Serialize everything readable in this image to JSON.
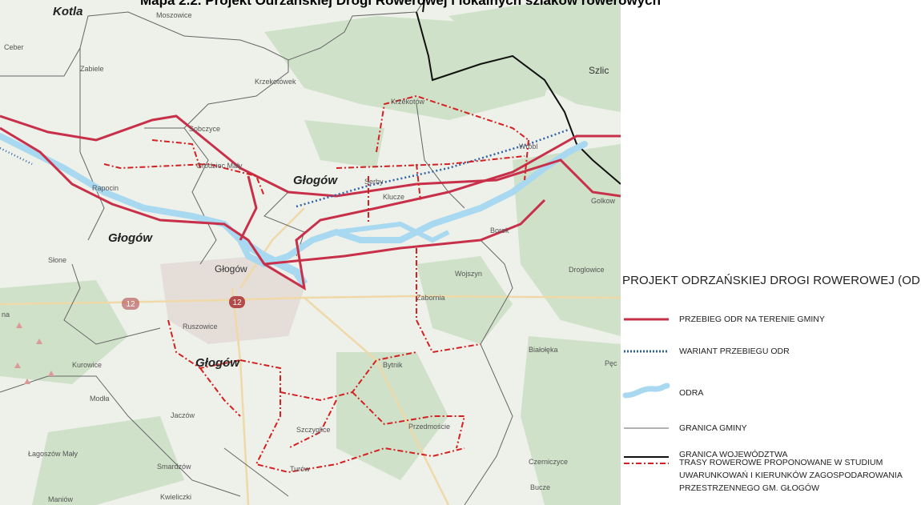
{
  "title": "Mapa 2.2. Projekt Odrzańskiej Drogi Rowerowej i lokalnych szlaków rowerowych",
  "map": {
    "places_large": [
      "Kotla",
      "Głogów",
      "Głogów",
      "Głogów"
    ],
    "places_medium": [
      "Szlic",
      "Głogów"
    ],
    "places": [
      "Moszowice",
      "Ceber",
      "Zabiele",
      "Krzekotówek",
      "Sobczyce",
      "Krzekotów",
      "Wróbl",
      "Grodziec Mały",
      "Rapocin",
      "Serby",
      "Klucze",
      "Golkow",
      "Borek",
      "Słone",
      "Droglowice",
      "Wojszyn",
      "Zabornia",
      "Ruszowice",
      "Białołęka",
      "Pęc",
      "Kurowice",
      "Bytnik",
      "Modła",
      "Jaczów",
      "Szczyglice",
      "Przedmoście",
      "Łagoszów Mały",
      "Smardzów",
      "Turów",
      "Czerniczyce",
      "Maniów",
      "Kwieliczki",
      "Bucze",
      "na"
    ],
    "road_badges": [
      "12",
      "12"
    ]
  },
  "legend": {
    "title": "PROJEKT ODRZAŃSKIEJ DROGI ROWEROWEJ (ODR)",
    "items": [
      {
        "label": "PRZEBIEG ODR NA TERENIE GMINY",
        "symbol": "odr-route-line"
      },
      {
        "label": "WARIANT PRZEBIEGU ODR",
        "symbol": "odr-variant-line"
      },
      {
        "label": "ODRA",
        "symbol": "river-swatch"
      },
      {
        "label": "GRANICA GMINY",
        "symbol": "commune-border-line"
      },
      {
        "label": "GRANICA WOJEWÓDZTWA",
        "symbol": "province-border-line"
      },
      {
        "label": "TRASY ROWEROWE PROPONOWANE W STUDIUM",
        "symbol": "proposed-route-line"
      },
      {
        "label": "UWARUNKOWAŃ I KIERUNKÓW ZAGOSPODAROWANIA",
        "symbol": ""
      },
      {
        "label": "PRZESTRZENNEGO GM. GŁOGÓW",
        "symbol": ""
      }
    ]
  },
  "colors": {
    "odr_route": "#c8304a",
    "odr_variant": "#2e63a8",
    "river": "#a9d9f0",
    "commune_border": "#666666",
    "province_border": "#111111",
    "proposed_route": "#d42020",
    "forest": "#cfe1c9",
    "land": "#eef0ea"
  }
}
